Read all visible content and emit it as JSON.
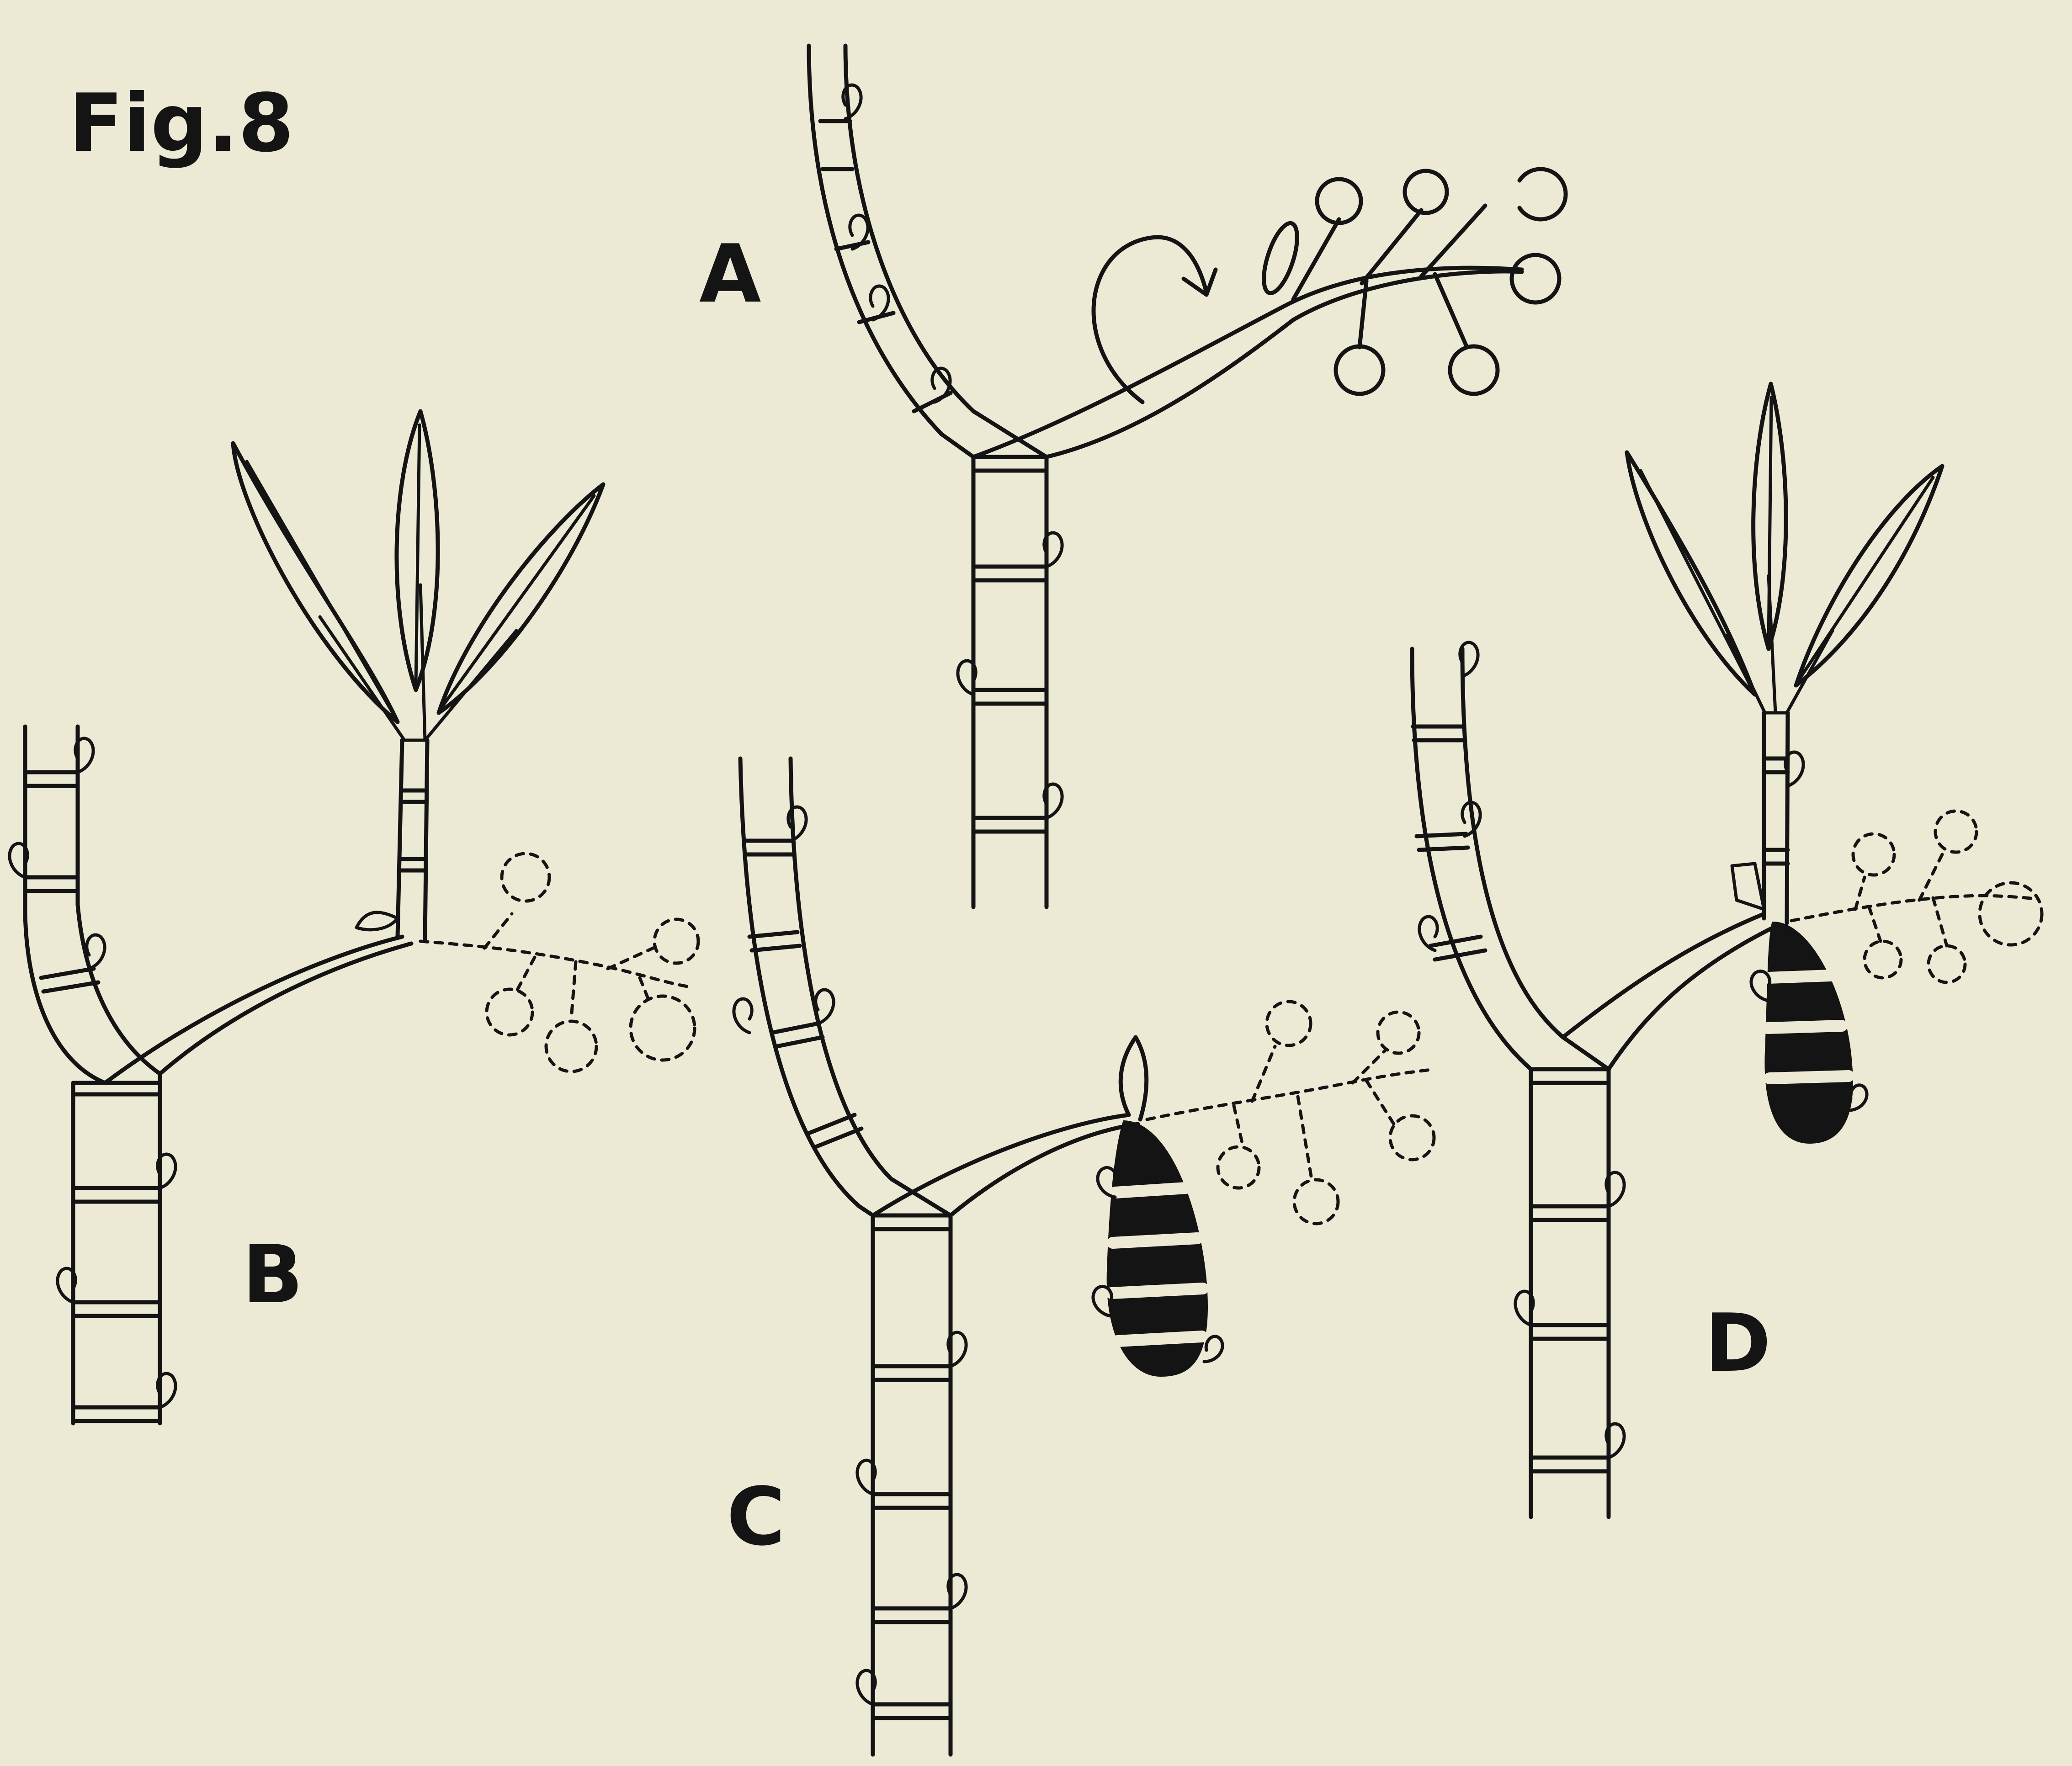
{
  "figure_label": "Fig.8",
  "panels": [
    {
      "id": "A",
      "label": "A"
    },
    {
      "id": "B",
      "label": "B"
    },
    {
      "id": "C",
      "label": "C"
    },
    {
      "id": "D",
      "label": "D"
    }
  ],
  "colors": {
    "paper": "#ece9d5",
    "ink": "#141414"
  }
}
